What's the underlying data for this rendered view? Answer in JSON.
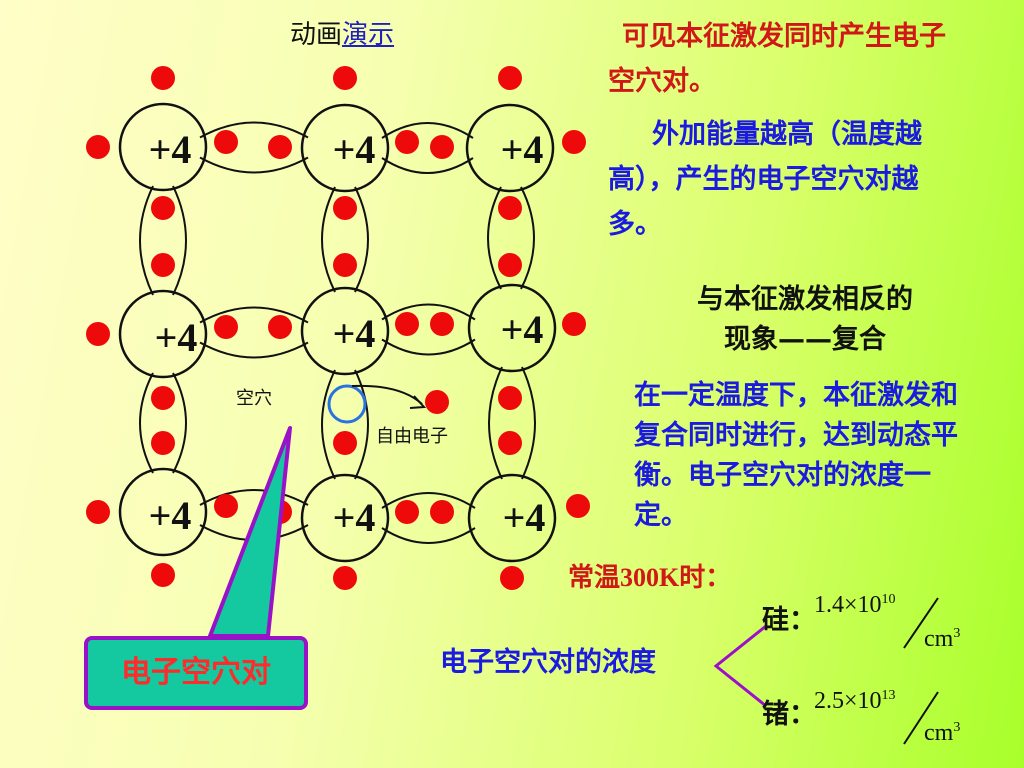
{
  "title": {
    "prefix": "动画",
    "link": "演示"
  },
  "atom_charge": "+4",
  "hole_label": "空穴",
  "free_electron_label": "自由电子",
  "callout": "电子空穴对",
  "text_intro": "可见本征激发同时产生电子空穴对。",
  "text_temperature": "外加能量越高（温度越高），产生的电子空穴对越多。",
  "recombination_heading_line1": "与本征激发相反的",
  "recombination_heading_line2": "现象——复合",
  "text_equilibrium": "在一定温度下，本征激发和复合同时进行，达到动态平衡。电子空穴对的浓度一定。",
  "room_temp": {
    "label_cn": "常温",
    "value": "300K",
    "suffix": "时："
  },
  "concentration_label": "电子空穴对的浓度",
  "silicon": {
    "name": "硅：",
    "mantissa": "1.4",
    "exp": "10",
    "unit": "cm",
    "unit_exp": "3"
  },
  "germanium": {
    "name": "锗：",
    "mantissa": "2.5",
    "exp": "13",
    "unit": "cm",
    "unit_exp": "3"
  },
  "colors": {
    "electron": "#ee0a0a",
    "hole": "#2a72e0",
    "callout_fill": "#14c8a0",
    "callout_border": "#9a12c8",
    "text_red": "#d01818",
    "text_blue": "#1a1ae0"
  }
}
